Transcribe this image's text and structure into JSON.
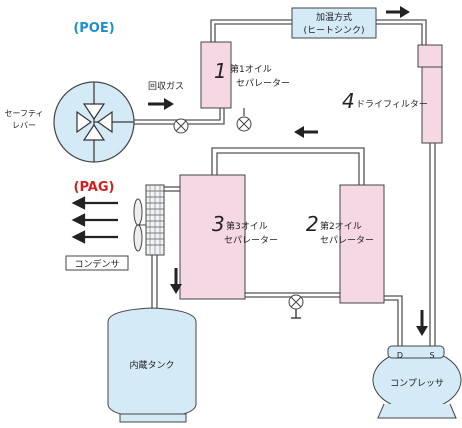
{
  "valve": {
    "top_label": "(POE)",
    "bottom_label": "(PAG)",
    "side_label_1": "セーフティ",
    "side_label_2": "レバー",
    "top_color": "#1f8fd0",
    "bottom_color": "#d02020"
  },
  "recovery_gas": "回収ガス",
  "heating": {
    "line1": "加温方式",
    "line2": "(ヒートシンク)"
  },
  "sep1": {
    "num": "1",
    "line1": "第1オイル",
    "line2": "セパレーター"
  },
  "sep2": {
    "num": "2",
    "line1": "第2オイル",
    "line2": "セパレーター"
  },
  "sep3": {
    "num": "3",
    "line1": "第3オイル",
    "line2": "セパレーター"
  },
  "dryer": {
    "num": "4",
    "label": "ドライフィルター"
  },
  "condenser": "コンデンサ",
  "tank": "内蔵タンク",
  "compressor": {
    "label": "コンプレッサ",
    "port_d": "D",
    "port_s": "S"
  },
  "colors": {
    "pink": "#f5d8e4",
    "pipe": "#555555",
    "box_stroke": "#444444",
    "blue": "#d4eaf7"
  }
}
